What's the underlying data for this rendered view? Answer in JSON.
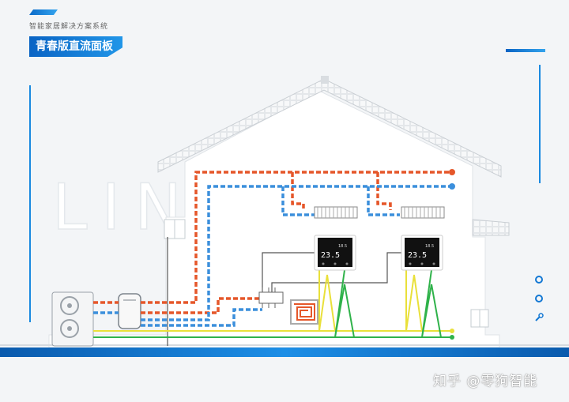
{
  "header": {
    "subtitle": "智能家居解决方案系统",
    "title": "青春版直流面板"
  },
  "background_text": "LIN O",
  "thermostats": [
    {
      "temperature": "23.5",
      "set_temperature": "18.5"
    },
    {
      "temperature": "23.5",
      "set_temperature": "18.5"
    }
  ],
  "watermark": "知乎 @零狗智能",
  "colors": {
    "hot_water": "#e5572a",
    "cold_water": "#3b8fdc",
    "signal_yellow": "#e9e03a",
    "signal_green": "#2fb24a",
    "control_wire": "#555555",
    "accent": "#1378d4"
  },
  "icons": [
    "circle-icon",
    "circle-icon",
    "wrench-icon"
  ]
}
